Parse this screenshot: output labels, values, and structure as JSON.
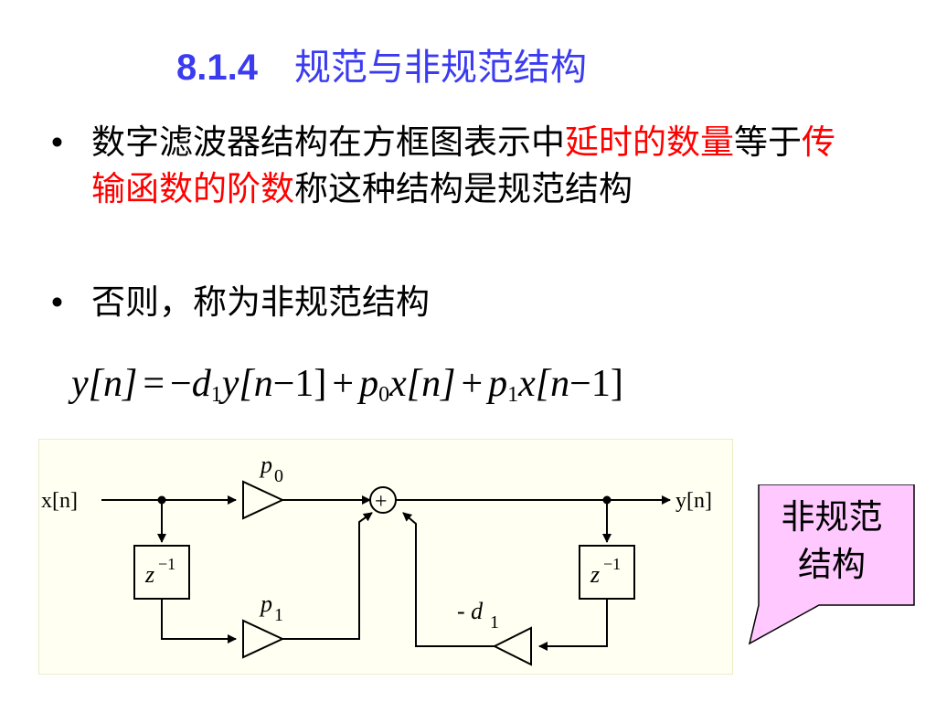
{
  "slide": {
    "title_number": "8.1.4",
    "title_text": "规范与非规范结构",
    "bullets": [
      {
        "dot": "•",
        "parts": [
          {
            "text": "数字滤波器结构在方框图表示中",
            "color": "#000000"
          },
          {
            "text": "延时的数量",
            "color": "#ff0000"
          },
          {
            "text": "等于",
            "color": "#000000"
          },
          {
            "text": "传输函数的阶数",
            "color": "#ff0000"
          },
          {
            "text": "称这种结构是规范结构",
            "color": "#000000"
          }
        ]
      },
      {
        "dot": "•",
        "parts": [
          {
            "text": "否则，称为非规范结构",
            "color": "#000000"
          }
        ]
      }
    ],
    "equation": {
      "lhs": "y[n]",
      "eq": "=",
      "t1_sign": "−",
      "t1_coef": "d",
      "t1_sub": "1",
      "t1_sig": "y[n",
      "t1_minus": "−",
      "t1_one": "1]",
      "plus1": "+",
      "t2_coef": "p",
      "t2_sub": "0",
      "t2_sig": "x[n]",
      "plus2": "+",
      "t3_coef": "p",
      "t3_sub": "1",
      "t3_sig": "x[n",
      "t3_minus": "−",
      "t3_one": "1]"
    },
    "diagram": {
      "input_label": "x[n]",
      "output_label": "y[n]",
      "gain_p0": "p",
      "gain_p0_sub": "0",
      "gain_p1": "p",
      "gain_p1_sub": "1",
      "gain_d1": "- d",
      "gain_d1_sub": "1",
      "delay_left": "z",
      "delay_left_exp": "−1",
      "delay_right": "z",
      "delay_right_exp": "−1",
      "adder_symbol": "+"
    },
    "callout": {
      "line1": "非规范",
      "line2": "结构",
      "fill": "#ffc8ff"
    }
  }
}
